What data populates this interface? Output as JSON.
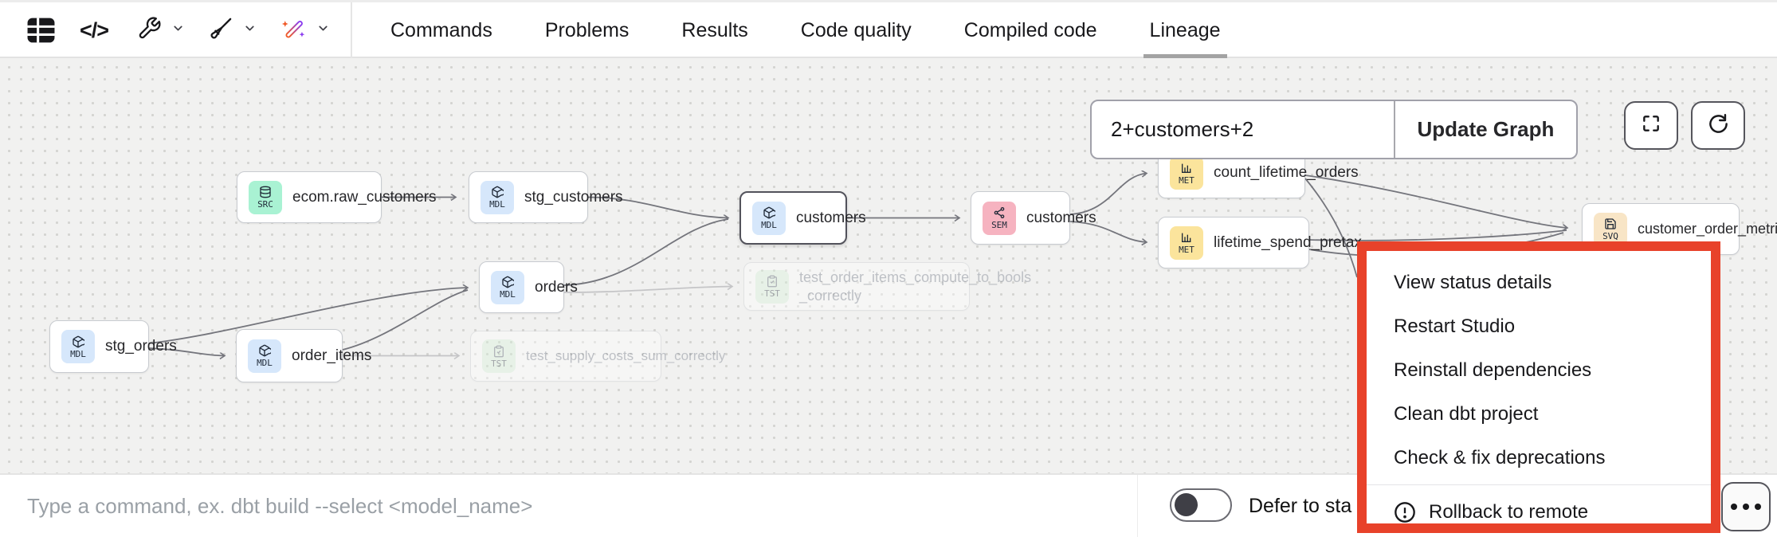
{
  "toolbar": {
    "icons": [
      "table-grid",
      "code",
      "wrench",
      "broom",
      "magic-wand"
    ],
    "tabs": [
      {
        "label": "Commands",
        "active": false
      },
      {
        "label": "Problems",
        "active": false
      },
      {
        "label": "Results",
        "active": false
      },
      {
        "label": "Code quality",
        "active": false
      },
      {
        "label": "Compiled code",
        "active": false
      },
      {
        "label": "Lineage",
        "active": true
      }
    ]
  },
  "lineage": {
    "selector": {
      "value": "2+customers+2",
      "button_label": "Update Graph"
    },
    "controls": [
      "fullscreen",
      "refresh"
    ],
    "nodes": [
      {
        "id": "src_raw_customers",
        "badge": "SRC",
        "label": "ecom.raw_customers",
        "state": "normal"
      },
      {
        "id": "stg_customers",
        "badge": "MDL",
        "label": "stg_customers",
        "state": "normal"
      },
      {
        "id": "customers_mdl",
        "badge": "MDL",
        "label": "customers",
        "state": "selected"
      },
      {
        "id": "orders",
        "badge": "MDL",
        "label": "orders",
        "state": "normal"
      },
      {
        "id": "stg_orders",
        "badge": "MDL",
        "label": "stg_orders",
        "state": "normal"
      },
      {
        "id": "order_items",
        "badge": "MDL",
        "label": "order_items",
        "state": "normal"
      },
      {
        "id": "customers_sem",
        "badge": "SEM",
        "label": "customers",
        "state": "normal"
      },
      {
        "id": "count_lifetime_orders",
        "badge": "MET",
        "label": "count_lifetime_orders",
        "state": "normal"
      },
      {
        "id": "lifetime_spend_pretax",
        "badge": "MET",
        "label": "lifetime_spend_pretax",
        "state": "normal"
      },
      {
        "id": "customer_order_metrics",
        "badge": "SVQ",
        "label": "customer_order_metrics",
        "state": "normal"
      },
      {
        "id": "test_order_items",
        "badge": "TST",
        "label": "test_order_items_compute_to_bools _correctly",
        "line1": "test_order_items_compute_to_bools",
        "line2": "_correctly",
        "state": "faded"
      },
      {
        "id": "test_supply_costs",
        "badge": "TST",
        "label": "test_supply_costs_sum_correctly",
        "state": "faded"
      }
    ],
    "edges": [
      {
        "from": "src_raw_customers",
        "to": "stg_customers"
      },
      {
        "from": "stg_customers",
        "to": "customers_mdl"
      },
      {
        "from": "orders",
        "to": "customers_mdl"
      },
      {
        "from": "stg_orders",
        "to": "orders"
      },
      {
        "from": "stg_orders",
        "to": "order_items"
      },
      {
        "from": "order_items",
        "to": "orders"
      },
      {
        "from": "order_items",
        "to": "test_supply_costs"
      },
      {
        "from": "orders",
        "to": "test_order_items"
      },
      {
        "from": "customers_mdl",
        "to": "customers_sem"
      },
      {
        "from": "customers_sem",
        "to": "count_lifetime_orders"
      },
      {
        "from": "customers_sem",
        "to": "lifetime_spend_pretax"
      },
      {
        "from": "count_lifetime_orders",
        "to": "customer_order_metrics"
      },
      {
        "from": "lifetime_spend_pretax",
        "to": "customer_order_metrics"
      }
    ]
  },
  "menu": {
    "items": [
      {
        "label": "View status details"
      },
      {
        "label": "Restart Studio"
      },
      {
        "label": "Reinstall dependencies"
      },
      {
        "label": "Clean dbt project"
      },
      {
        "label": "Check & fix deprecations"
      }
    ],
    "rollback": {
      "label": "Rollback to remote",
      "icon": "alert-circle"
    },
    "highlight_border_color": "#e8422a"
  },
  "bottom": {
    "command_placeholder": "Type a command, ex. dbt build --select <model_name>",
    "defer_label": "Defer to sta",
    "toggle_state": "off"
  },
  "colors": {
    "badge_mdl": "#d6e7fb",
    "badge_src": "#a9f2d3",
    "badge_sem": "#f6b3c0",
    "badge_met": "#fbe49c",
    "badge_svq": "#f8e5c6",
    "badge_tst": "#d8f2da",
    "canvas_bg": "#f1f1f0",
    "edge": "#74757c",
    "menu_highlight": "#e8422a",
    "wand_gradient": [
      "#f05a28",
      "#8b3df0"
    ]
  }
}
